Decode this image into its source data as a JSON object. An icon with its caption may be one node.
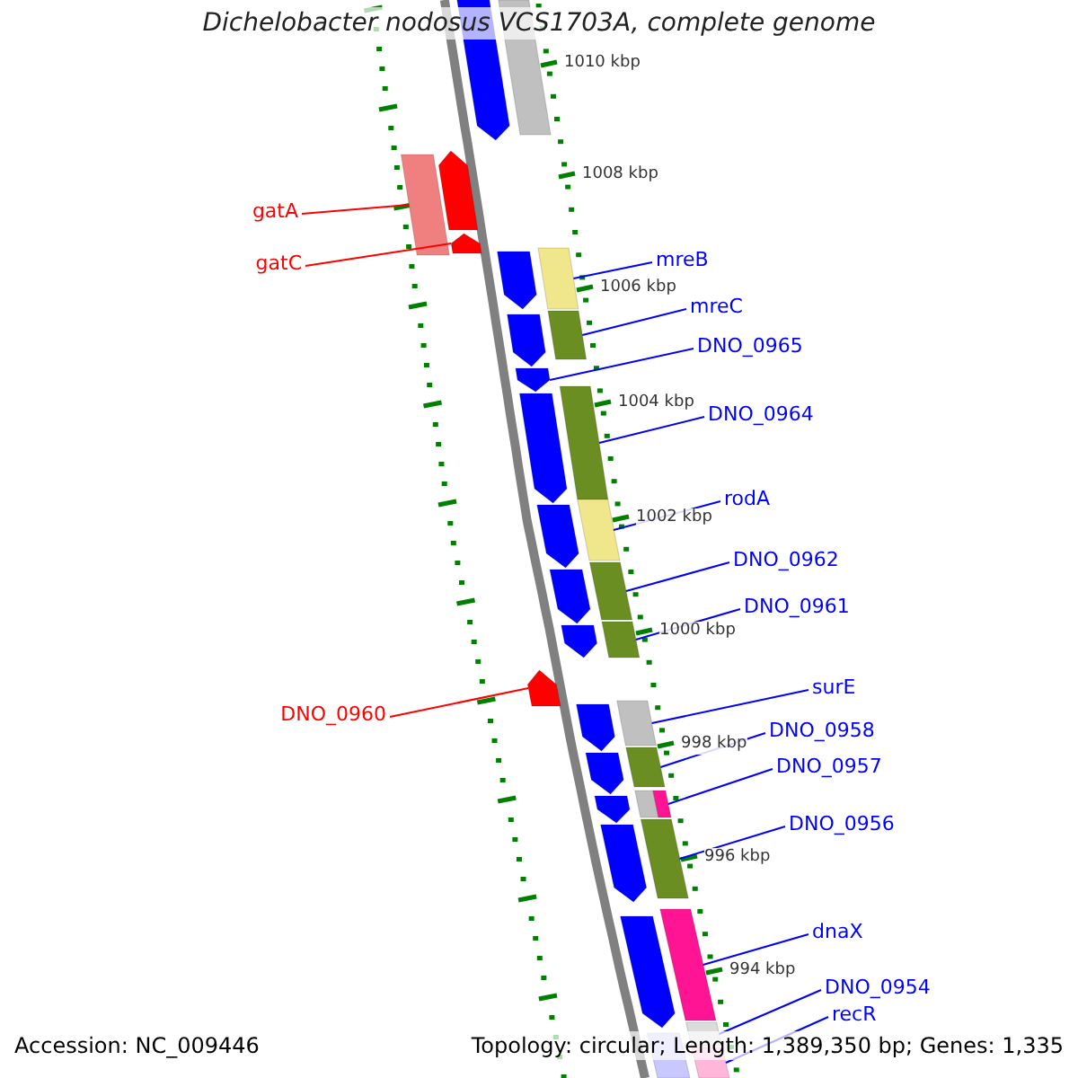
{
  "diagram": {
    "title": "Dichelobacter nodosus VCS1703A, complete genome",
    "nodes": [
      {
        "text": [
          "gatA"
        ]
      },
      {
        "text": [
          "gatC"
        ]
      },
      {
        "text": [
          "mreB"
        ]
      },
      {
        "text": [
          "mreC"
        ]
      },
      {
        "text": [
          "DNO_0965"
        ]
      },
      {
        "text": [
          "DNO_0964"
        ]
      },
      {
        "text": [
          "rodA"
        ]
      },
      {
        "text": [
          "DNO_0962"
        ]
      },
      {
        "text": [
          "DNO_0961"
        ]
      },
      {
        "text": [
          "DNO_0960"
        ]
      },
      {
        "text": [
          "surE"
        ]
      },
      {
        "text": [
          "DNO_0958"
        ]
      },
      {
        "text": [
          "DNO_0957"
        ]
      },
      {
        "text": [
          "DNO_0956"
        ]
      },
      {
        "text": [
          "dnaX"
        ]
      },
      {
        "text": [
          "DNO_0954"
        ]
      },
      {
        "text": [
          "recR"
        ]
      },
      {
        "text": [],
        "shape": "bar"
      },
      {
        "text": [],
        "shape": "bar"
      },
      {
        "text": [],
        "shape": "bar"
      },
      {
        "text": [],
        "shape": "bar"
      },
      {
        "text": [],
        "shape": "bar"
      },
      {
        "text": [],
        "shape": "bar"
      },
      {
        "text": [],
        "shape": "bar"
      },
      {
        "text": [],
        "shape": "bar"
      },
      {
        "text": [],
        "shape": "bar"
      },
      {
        "text": [],
        "shape": "bar"
      },
      {
        "text": [],
        "shape": "bar"
      },
      {
        "text": [],
        "shape": "bar"
      },
      {
        "text": [],
        "shape": "bar"
      },
      {
        "text": [],
        "shape": "bar"
      },
      {
        "text": [],
        "shape": "bar"
      },
      {
        "text": [],
        "shape": "bar"
      },
      {
        "text": [],
        "shape": "bar"
      },
      {
        "text": [],
        "shape": "bar"
      },
      {
        "text": [],
        "shape": "bar"
      },
      {
        "text": [],
        "shape": "bar"
      },
      {
        "text": [],
        "shape": "bar"
      },
      {
        "text": [],
        "shape": "bar"
      },
      {
        "text": [],
        "shape": "bar"
      },
      {
        "text": [],
        "shape": "bar"
      },
      {
        "text": [],
        "shape": "bar"
      },
      {
        "text": [],
        "shape": "bar"
      },
      {
        "text": [],
        "shape": "bar"
      },
      {
        "text": [],
        "shape": "bar"
      },
      {
        "text": [],
        "shape": "bar"
      },
      {
        "text": [],
        "shape": "bar"
      },
      {
        "text": [],
        "shape": "bar"
      },
      {
        "text": [],
        "shape": "bar"
      },
      {
        "text": [],
        "shape": "bar"
      }
    ],
    "edges": [
      {
        "from": 0,
        "to": 20,
        "arrow": "none",
        "color": "#ff0000"
      },
      {
        "from": 1,
        "to": 21,
        "arrow": "none",
        "color": "#ff0000"
      },
      {
        "from": 2,
        "to": 22,
        "arrow": "none"
      },
      {
        "from": 3,
        "to": 24,
        "arrow": "none"
      },
      {
        "from": 4,
        "to": 26,
        "arrow": "none"
      },
      {
        "from": 5,
        "to": 27,
        "arrow": "none"
      },
      {
        "from": 6,
        "to": 29,
        "arrow": "none"
      },
      {
        "from": 7,
        "to": 31,
        "arrow": "none"
      },
      {
        "from": 8,
        "to": 33,
        "arrow": "none"
      },
      {
        "from": 9,
        "to": 35,
        "arrow": "none",
        "color": "#ff0000"
      },
      {
        "from": 10,
        "to": 36,
        "arrow": "none"
      },
      {
        "from": 11,
        "to": 38,
        "arrow": "none"
      },
      {
        "from": 12,
        "to": 41,
        "arrow": "none"
      },
      {
        "from": 13,
        "to": 43,
        "arrow": "none"
      },
      {
        "from": 14,
        "to": 45,
        "arrow": "none"
      },
      {
        "from": 15,
        "to": 47,
        "arrow": "none"
      },
      {
        "from": 16,
        "to": 49,
        "arrow": "none"
      }
    ],
    "labels": [
      "1010 kbp",
      "1008 kbp",
      "1006 kbp",
      "1004 kbp",
      "1002 kbp",
      "1000 kbp",
      "998 kbp",
      "996 kbp",
      "994 kbp",
      "Accession: NC_009446",
      "Topology: circular; Length: 1,389,350 bp; Genes: 1,335"
    ]
  }
}
